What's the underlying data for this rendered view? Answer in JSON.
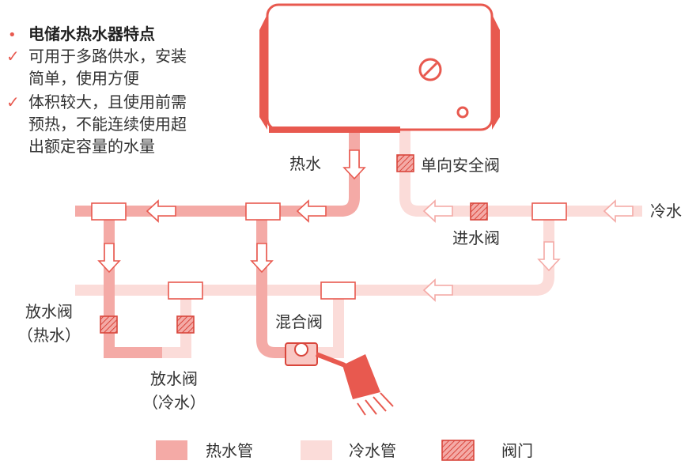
{
  "notes": {
    "title": "电储水热水器特点",
    "pro_line1": "可用于多路供水，安装",
    "pro_line2": "简单，使用方便",
    "con_line1": "体积较大，且使用前需",
    "con_line2": "预热，不能连续使用超",
    "con_line3": "出额定容量的水量"
  },
  "labels": {
    "hot_water": "热水",
    "check_valve": "单向安全阀",
    "cold_water": "冷水",
    "inlet_valve": "进水阀",
    "mixing_valve": "混合阀",
    "drain_hot_1": "放水阀",
    "drain_hot_2": "（热水）",
    "drain_cold_1": "放水阀",
    "drain_cold_2": "（冷水）"
  },
  "legend": {
    "hot_pipe": "热水管",
    "cold_pipe": "冷水管",
    "valve": "阀门"
  },
  "colors": {
    "accent": "#e8594f",
    "hot_pipe": "#f4aaa6",
    "cold_pipe": "#fbdcd9",
    "valve_fill": "#f08e86",
    "text": "#333333"
  },
  "icons": {
    "bullet": "•",
    "check": "✓"
  }
}
